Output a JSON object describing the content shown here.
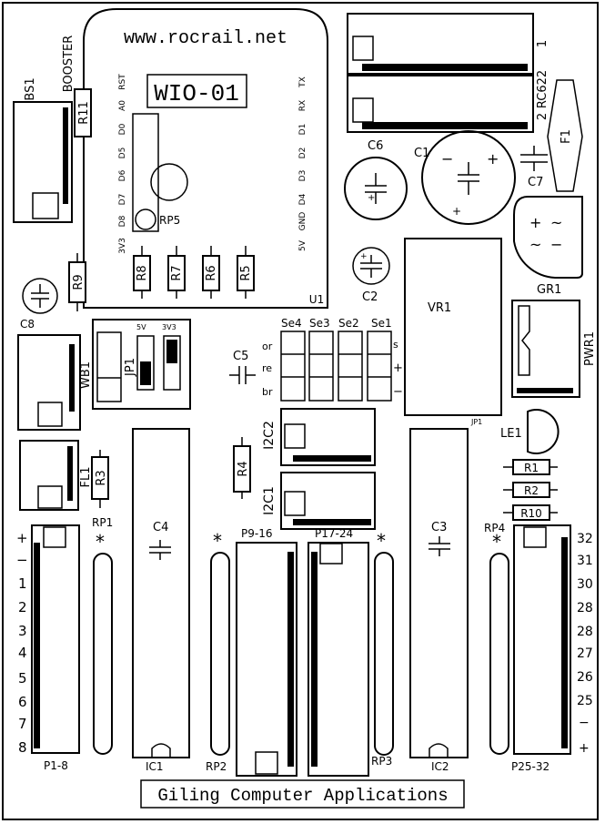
{
  "board": {
    "frame_color": "#000000",
    "background": "#ffffff",
    "footer_text": "Giling Computer Applications"
  },
  "wio": {
    "url": "www.rocrail.net",
    "name": "WIO-01",
    "ref": "U1",
    "left_pins": [
      "RST",
      "A0",
      "D0",
      "D5",
      "D6",
      "D7",
      "D8",
      "3V3"
    ],
    "right_pins": [
      "TX",
      "RX",
      "D1",
      "D2",
      "D3",
      "D4",
      "GND",
      "5V"
    ]
  },
  "labels": {
    "bs1": "BS1",
    "booster": "BOOSTER",
    "r11": "R11",
    "rp5": "RP5",
    "r8": "R8",
    "r7": "R7",
    "r6": "R6",
    "r5": "R5",
    "r9": "R9",
    "c8": "C8",
    "rc622": "RC622",
    "rc_pin1": "1",
    "rc_pin2": "2",
    "f1": "F1",
    "c6": "C6",
    "c1": "C1",
    "c7": "C7",
    "c2": "C2",
    "gr1": "GR1",
    "gr_plus": "+",
    "gr_tilde1": "~",
    "gr_tilde2": "~",
    "gr_minus": "−",
    "vr1": "VR1",
    "pwr1": "PWR1",
    "wb1": "WB1",
    "jp1": "JP1",
    "jp_5v": "5V",
    "jp_3v3": "3V3",
    "c5": "C5",
    "se4": "Se4",
    "se3": "Se3",
    "se2": "Se2",
    "se1": "Se1",
    "se_or": "or",
    "se_re": "re",
    "se_br": "br",
    "se_s": "s",
    "se_plus": "+",
    "se_minus": "−",
    "jp_small": "JP1",
    "i2c2": "I2C2",
    "i2c1": "I2C1",
    "le1": "LE1",
    "fl1": "FL1",
    "r3": "R3",
    "r4": "R4",
    "r1": "R1",
    "r2": "R2",
    "r10": "R10",
    "rp1": "RP1",
    "rp2": "RP2",
    "rp3": "RP3",
    "rp4": "RP4",
    "c4": "C4",
    "c3": "C3",
    "ic1": "IC1",
    "ic2": "IC2",
    "p1_8": "P1-8",
    "p9_16": "P9-16",
    "p17_24": "P17-24",
    "p25_32": "P25-32",
    "star": "*"
  },
  "left_pin_labels": [
    "+",
    "−",
    "1",
    "2",
    "3",
    "4",
    "5",
    "6",
    "7",
    "8"
  ],
  "right_pin_labels": [
    "32",
    "31",
    "30",
    "28",
    "28",
    "27",
    "26",
    "25",
    "−",
    "+"
  ]
}
